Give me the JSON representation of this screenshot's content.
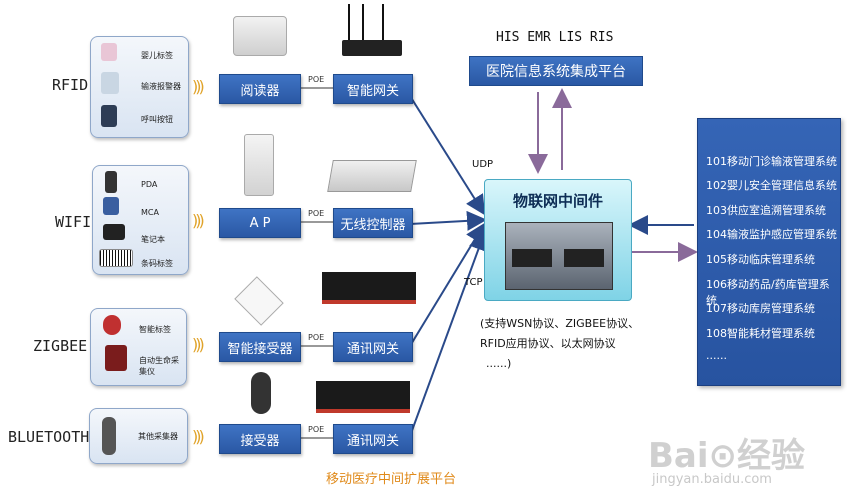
{
  "tech_labels": [
    "RFID",
    "WIFI",
    "ZIGBEE",
    "BLUETOOTH"
  ],
  "groups": [
    {
      "devices": [
        "婴儿标签",
        "输液报警器",
        "呼叫按钮"
      ],
      "reader": "阅读器",
      "gateway": "智能网关"
    },
    {
      "devices": [
        "PDA",
        "MCA",
        "笔记本",
        "条码标签"
      ],
      "reader": "A P",
      "gateway": "无线控制器"
    },
    {
      "devices": [
        "智能标签",
        "自动生命采集仪"
      ],
      "reader": "智能接受器",
      "gateway": "通讯网关"
    },
    {
      "devices": [
        "其他采集器"
      ],
      "reader": "接受器",
      "gateway": "通讯网关"
    }
  ],
  "poe_label": "POE",
  "his_label": "HIS  EMR LIS RIS",
  "platform_label": "医院信息系统集成平台",
  "middleware_label": "物联网中间件",
  "udp_label": "UDP",
  "tcp_label": "TCP",
  "protocol_lines": [
    "(支持WSN协议、ZIGBEE协议、",
    "RFID应用协议、以太网协议",
    "......)"
  ],
  "systems": [
    "101移动门诊输液管理系统",
    "102婴儿安全管理信息系统",
    "103供应室追溯管理系统",
    "104输液监护感应管理系统",
    "105移动临床管理系统",
    "106移动药品/药库管理系统",
    "107移动库房管理系统",
    "108智能耗材管理系统",
    "......"
  ],
  "footer_label": "移动医疗中间扩展平台",
  "watermark_label": "jingyan.baidu.com",
  "colors": {
    "box": "#2f62b0",
    "middleware": "#a9e4f0",
    "footer": "#e08a1a",
    "arrow": "#2a4a8a",
    "arrow_back": "#8a6a9a"
  }
}
